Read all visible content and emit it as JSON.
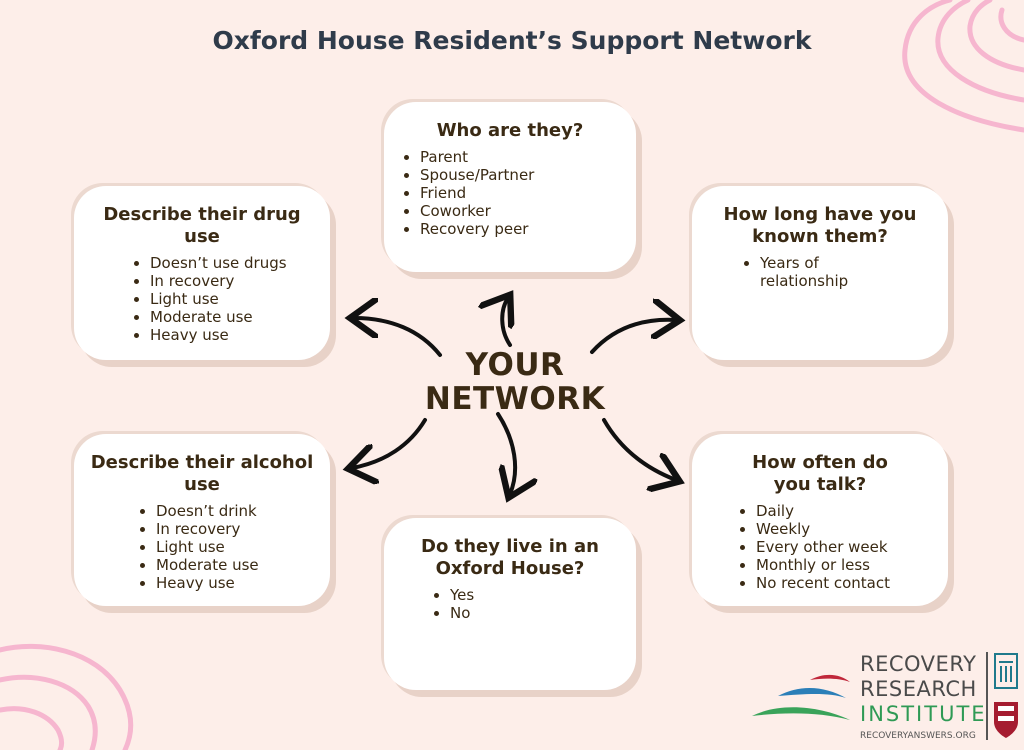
{
  "title": "Oxford House Resident’s Support Network",
  "center_label_line1": "YOUR",
  "center_label_line2": "NETWORK",
  "cards": {
    "who": {
      "heading": "Who are they?",
      "items": [
        "Parent",
        "Spouse/Partner",
        "Friend",
        "Coworker",
        "Recovery peer"
      ]
    },
    "drug": {
      "heading": "Describe their drug use",
      "items": [
        "Doesn’t use drugs",
        "In recovery",
        "Light use",
        "Moderate use",
        "Heavy use"
      ]
    },
    "howlong": {
      "heading": "How long have you known them?",
      "items": [
        "Years of relationship"
      ]
    },
    "alcohol": {
      "heading": "Describe their alcohol use",
      "items": [
        "Doesn’t drink",
        "In recovery",
        "Light use",
        "Moderate use",
        "Heavy use"
      ]
    },
    "oxford": {
      "heading": "Do they live in an Oxford House?",
      "items": [
        "Yes",
        "No"
      ]
    },
    "often": {
      "heading": "How often do you talk?",
      "items": [
        "Daily",
        "Weekly",
        "Every other week",
        "Monthly or less",
        "No recent contact"
      ]
    }
  },
  "logo": {
    "line1": "RECOVERY",
    "line2": "RESEARCH",
    "line3": "INSTITUTE",
    "url": "RECOVERYANSWERS.ORG"
  },
  "colors": {
    "background": "#fdeee9",
    "card_shadow": "#e8d2c8",
    "title": "#2f3b4a",
    "text": "#3a2a14",
    "deco_pink": "#f6b6cf",
    "logo_green": "#2f9a55"
  }
}
